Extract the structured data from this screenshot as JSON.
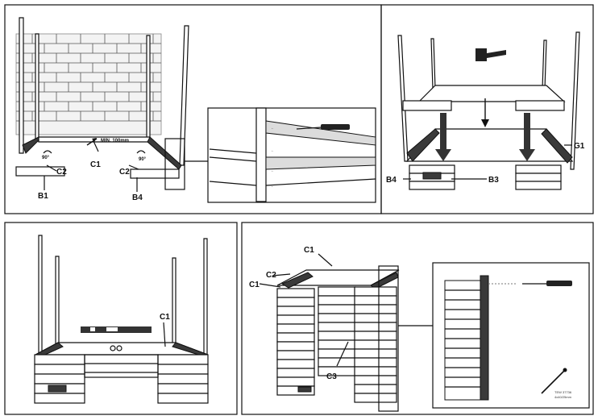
{
  "panels": {
    "p1": {
      "labels": {
        "c1": "C1",
        "c2_left": "C2",
        "c2_right": "C2",
        "b1": "B1",
        "b4": "B4"
      },
      "angles": {
        "left": "90°",
        "right": "90°"
      },
      "min_note": "MIN. 100mm"
    },
    "p2": {
      "labels": {
        "b4": "B4",
        "b3": "B3",
        "g1": "G1"
      }
    },
    "p3": {
      "labels": {
        "c1": "C1"
      }
    },
    "p4": {
      "labels": {
        "c1_top": "C1",
        "c2": "C2",
        "c1_left": "C1",
        "c3": "C3"
      },
      "screw_note_1": "TEW 37736",
      "screw_note_2": "4x40/25mm"
    }
  },
  "colors": {
    "ink": "#111111",
    "dark_board": "#3a3a3a",
    "paper": "#ffffff"
  }
}
